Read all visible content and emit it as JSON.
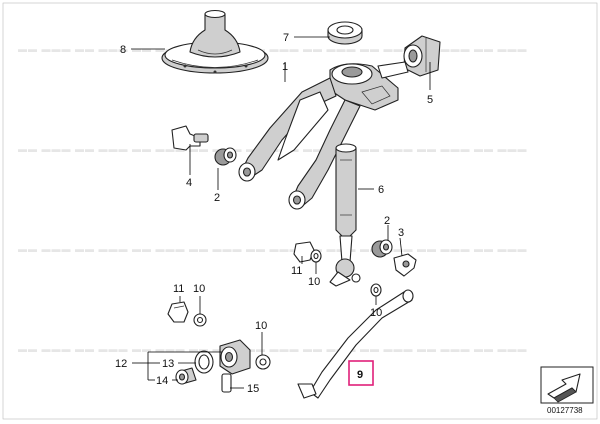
{
  "callouts": {
    "c1": "1",
    "c2a": "2",
    "c2b": "2",
    "c3": "3",
    "c4": "4",
    "c5": "5",
    "c6": "6",
    "c7": "7",
    "c8": "8",
    "c9": "9",
    "c10a": "10",
    "c10b": "10",
    "c10c": "10",
    "c10d": "10",
    "c11a": "11",
    "c11b": "11",
    "c12": "12",
    "c13": "13",
    "c14": "14",
    "c15": "15"
  },
  "diagram_id": "00127738",
  "highlight_color": "#e0207a"
}
